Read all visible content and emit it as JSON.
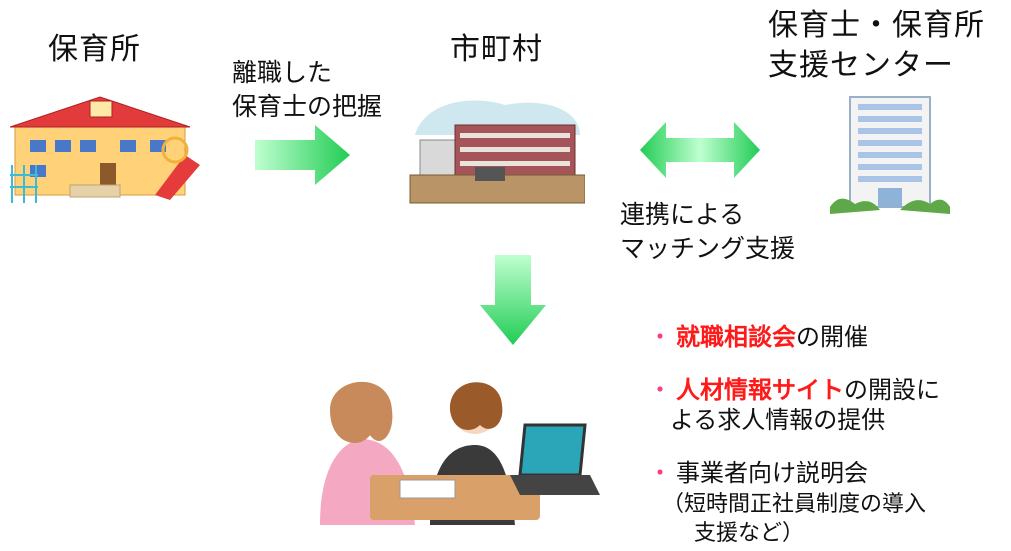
{
  "labels": {
    "hoikusho": "保育所",
    "shichoson": "市町村",
    "center_line1": "保育士・保育所",
    "center_line2": "支援センター"
  },
  "arrow_notes": {
    "right_line1": "離職した",
    "right_line2": "保育士の把握",
    "both_line1": "連携による",
    "both_line2": "マッチング支援"
  },
  "bullets": {
    "dot": "・",
    "b1_red": "就職相談会",
    "b1_rest": "の開催",
    "b2_red": "人材情報サイト",
    "b2_rest": "の開設に",
    "b2_line2": "よる求人情報の提供",
    "b3": "事業者向け説明会",
    "b3_sub1": "（短時間正社員制度の導入",
    "b3_sub2": "支援など）"
  },
  "colors": {
    "arrow_green": "#22cc55",
    "red_text": "#ff1a1a",
    "bullet_dot": "#ff3b7b"
  }
}
